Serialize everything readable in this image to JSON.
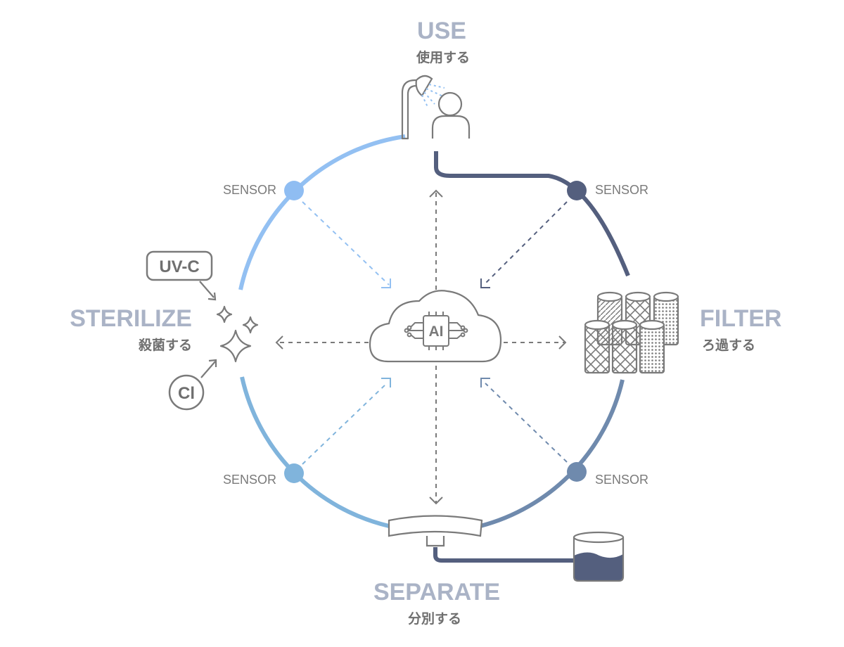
{
  "stages": {
    "use": {
      "title": "USE",
      "subtitle": "使用する"
    },
    "filter": {
      "title": "FILTER",
      "subtitle": "ろ過する"
    },
    "separate": {
      "title": "SEPARATE",
      "subtitle": "分別する"
    },
    "sterilize": {
      "title": "STERILIZE",
      "subtitle": "殺菌する"
    }
  },
  "sensors": [
    {
      "label": "SENSOR",
      "color": "#8fbdf2"
    },
    {
      "label": "SENSOR",
      "color": "#545f7e"
    },
    {
      "label": "SENSOR",
      "color": "#6f8aad"
    },
    {
      "label": "SENSOR",
      "color": "#80b4dc"
    }
  ],
  "center": {
    "label": "AI"
  },
  "sterilize_inputs": {
    "uvc": "UV-C",
    "chlorine": "Cl"
  },
  "icons": [
    "shower-icon",
    "person-icon",
    "filter-cartridges-icon",
    "separator-tray-icon",
    "water-tank-icon",
    "sparkle-icon",
    "ai-cloud-icon",
    "chip-icon"
  ],
  "colors": {
    "ring_light_blue": "#93c0f2",
    "ring_dark_navy": "#545f7e",
    "ring_steel_blue": "#6f8aad",
    "ring_sky_blue": "#80b4dc",
    "title_gray": "#aab3c6",
    "icon_gray": "#7a7a7a"
  }
}
